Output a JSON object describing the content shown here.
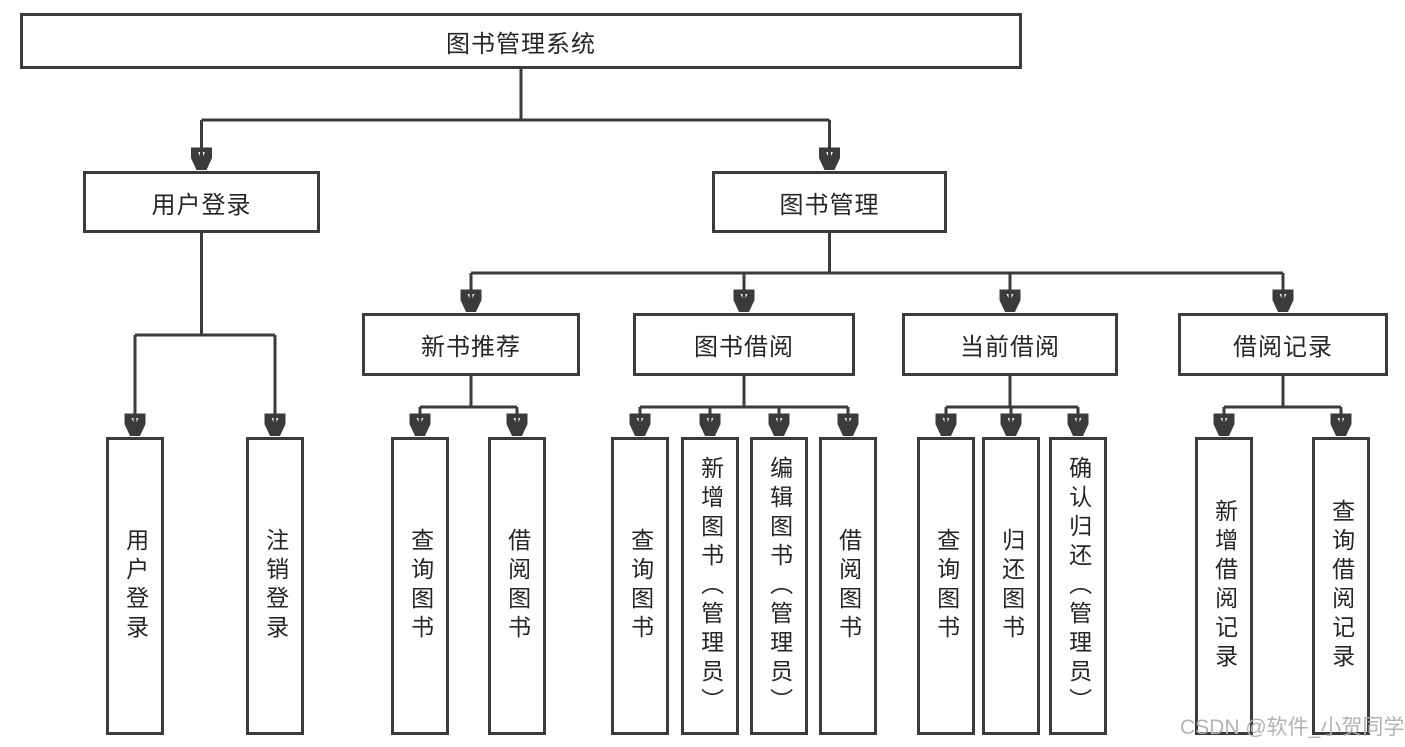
{
  "tree": {
    "label": "图书管理系统",
    "children": [
      {
        "label": "用户登录",
        "children": [
          {
            "label": "用户登录"
          },
          {
            "label": "注销登录"
          }
        ]
      },
      {
        "label": "图书管理",
        "children": [
          {
            "label": "新书推荐",
            "children": [
              {
                "label": "查询图书"
              },
              {
                "label": "借阅图书"
              }
            ]
          },
          {
            "label": "图书借阅",
            "children": [
              {
                "label": "查询图书"
              },
              {
                "label": "新增图书（管理员）"
              },
              {
                "label": "编辑图书（管理员）"
              },
              {
                "label": "借阅图书"
              }
            ]
          },
          {
            "label": "当前借阅",
            "children": [
              {
                "label": "查询图书"
              },
              {
                "label": "归还图书"
              },
              {
                "label": "确认归还（管理员）"
              }
            ]
          },
          {
            "label": "借阅记录",
            "children": [
              {
                "label": "新增借阅记录"
              },
              {
                "label": "查询借阅记录"
              }
            ]
          }
        ]
      }
    ]
  },
  "watermark": {
    "text": "CSDN @软件_小贺同学"
  },
  "colors": {
    "line": "#3b3b3b",
    "text": "#262626",
    "box_background": "#ffffff",
    "page_background": "#ffffff",
    "watermark": "#b3b3b3"
  }
}
